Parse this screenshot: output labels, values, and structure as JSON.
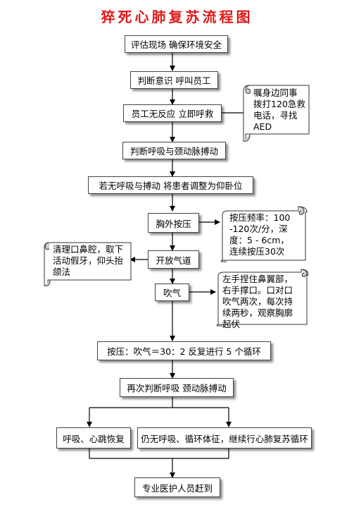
{
  "title": "猝死心肺复苏流程图",
  "steps": {
    "assess": "评估现场  确保环境安全",
    "judge_conscious": "判断意识  呼叫员工",
    "no_response": "员工无反应  立即呼救",
    "judge_breath": "判断呼吸与颈动脉搏动",
    "position": "若无呼吸与搏动  将患者调整为仰卧位",
    "compress": "胸外按压",
    "airway": "开放气道",
    "breathe": "吹气",
    "cycle": "按压：吹气＝30：2  反复进行  5 个循环",
    "rejudge": "再次判断呼吸  颈动脉搏动",
    "recovered": "呼吸、心跳恢复",
    "not_recovered": "仍无呼吸、循环体征，继续行心肺复苏循环",
    "arrive": "专业医护人员赶到"
  },
  "notes": {
    "call": "嘱身边同事\n拨打120急救\n电话，寻找\nAED",
    "compress": "按压频率：100\n  -120次/分，深\n度：5 - 6cm，\n连续按压30次",
    "airway": "清理口鼻腔，取下\n活动假牙，仰头抬\n颌法",
    "breathe": "左手捏住鼻翼部，\n右手撑口。口对口\n吹气两次，每次持\n续两秒，观察胸廓\n起伏"
  }
}
